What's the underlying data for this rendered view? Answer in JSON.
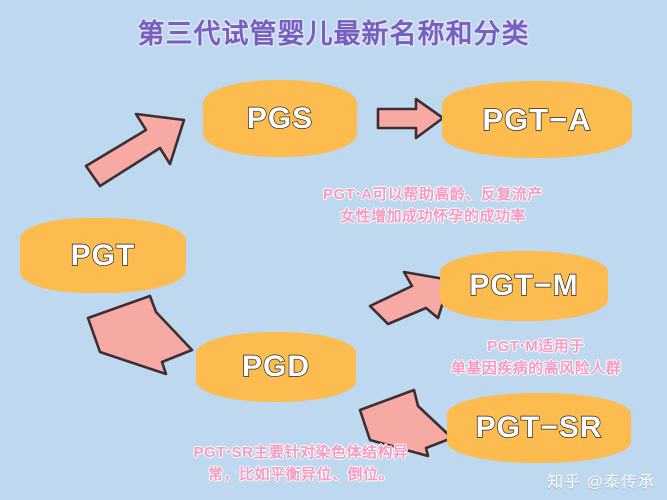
{
  "page": {
    "title": "第三代试管婴儿最新名称和分类",
    "background_color": "#bdd8ef",
    "title_color": "#7360bf"
  },
  "colors": {
    "box_fill": "#fcbc4f",
    "arrow_fill": "#f6aaa3",
    "arrow_stroke": "#3c2f33",
    "note_text": "#f59ac0",
    "box_label": "#ffffff"
  },
  "boxes": [
    {
      "id": "pgs",
      "label": "PGS"
    },
    {
      "id": "pgt",
      "label": "PGT"
    },
    {
      "id": "pgd",
      "label": "PGD"
    },
    {
      "id": "pgta",
      "label": "PGT−A"
    },
    {
      "id": "pgtm",
      "label": "PGT−M"
    },
    {
      "id": "pgtsr",
      "label": "PGT−SR"
    }
  ],
  "arrows": [
    {
      "id": "pgt-to-pgs",
      "from": "PGT",
      "to": "PGS",
      "direction": "up-right"
    },
    {
      "id": "pgs-to-pgta",
      "from": "PGS",
      "to": "PGT−A",
      "direction": "right"
    },
    {
      "id": "pgt-to-pgd",
      "from": "PGT",
      "to": "PGD",
      "direction": "down-right"
    },
    {
      "id": "pgd-to-pgtm",
      "from": "PGD",
      "to": "PGT−M",
      "direction": "up-right"
    },
    {
      "id": "pgd-to-pgtsr",
      "from": "PGD",
      "to": "PGT−SR",
      "direction": "down-right"
    }
  ],
  "notes": {
    "pgta": "PGT‧A可以帮助高龄、反复流产\n女性增加成功怀孕的成功率",
    "pgtm": "PGT‧M适用于\n单基因疾病的高风险人群",
    "pgtsr": "PGT‧SR主要针对染色体结构异\n常，比如平衡异位、倒位。"
  },
  "watermark": "知乎 @泰传承"
}
